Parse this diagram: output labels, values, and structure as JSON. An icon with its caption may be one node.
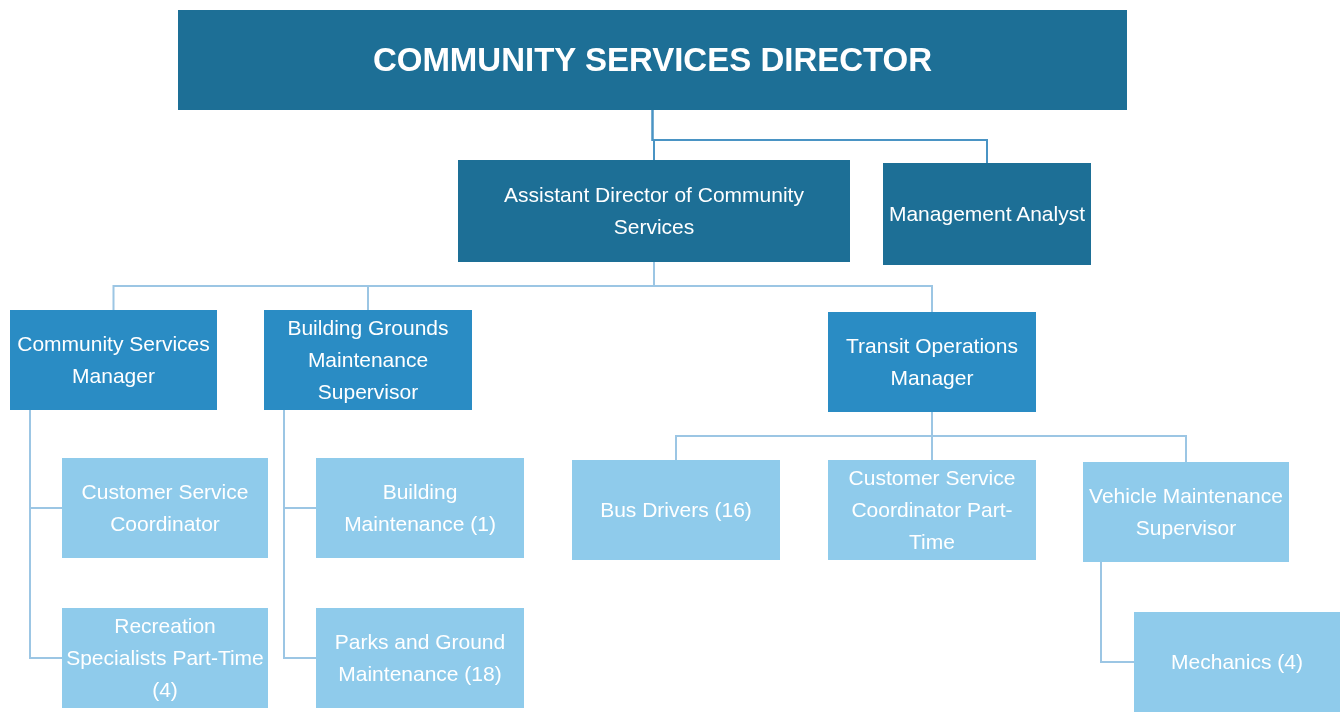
{
  "diagram": {
    "nodes": [
      {
        "text": [
          "COMMUNITY SERVICES DIRECTOR"
        ]
      },
      {
        "text": [
          "Assistant Director of Community Services"
        ]
      },
      {
        "text": [
          "Management Analyst"
        ]
      },
      {
        "text": [
          "Community Services Manager"
        ]
      },
      {
        "text": [
          "Building Grounds Maintenance Supervisor"
        ]
      },
      {
        "text": [
          "Transit Operations Manager"
        ]
      },
      {
        "text": [
          "Customer Service Coordinator"
        ]
      },
      {
        "text": [
          "Recreation Specialists Part-Time (4)"
        ]
      },
      {
        "text": [
          "Building Maintenance (1)"
        ]
      },
      {
        "text": [
          "Parks and Ground Maintenance (18)"
        ]
      },
      {
        "text": [
          "Bus Drivers (16)"
        ]
      },
      {
        "text": [
          "Customer Service Coordinator Part-Time"
        ]
      },
      {
        "text": [
          "Vehicle Maintenance Supervisor"
        ]
      },
      {
        "text": [
          "Mechanics (4)"
        ]
      }
    ],
    "edges": [
      {
        "from": 0,
        "to": 1,
        "arrow": "none"
      },
      {
        "from": 0,
        "to": 2,
        "arrow": "none"
      },
      {
        "from": 1,
        "to": 3,
        "arrow": "none"
      },
      {
        "from": 1,
        "to": 4,
        "arrow": "none"
      },
      {
        "from": 1,
        "to": 5,
        "arrow": "none"
      },
      {
        "from": 3,
        "to": 6,
        "arrow": "none"
      },
      {
        "from": 3,
        "to": 7,
        "arrow": "none"
      },
      {
        "from": 4,
        "to": 8,
        "arrow": "none"
      },
      {
        "from": 4,
        "to": 9,
        "arrow": "none"
      },
      {
        "from": 5,
        "to": 10,
        "arrow": "none"
      },
      {
        "from": 5,
        "to": 11,
        "arrow": "none"
      },
      {
        "from": 5,
        "to": 12,
        "arrow": "none"
      },
      {
        "from": 12,
        "to": 13,
        "arrow": "none"
      }
    ]
  }
}
